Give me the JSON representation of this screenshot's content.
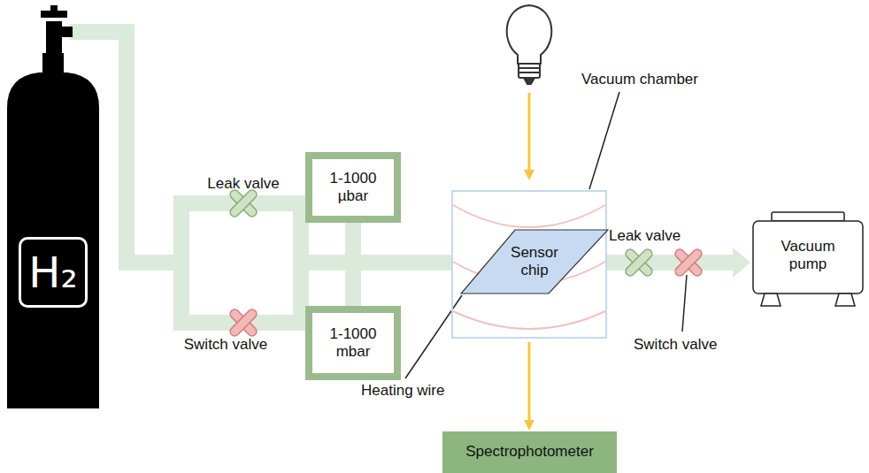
{
  "diagram": {
    "nodes": [
      {
        "text": [
          "H₂"
        ]
      },
      {
        "text": [
          "1-1000 µbar"
        ]
      },
      {
        "text": [
          "1-1000 mbar"
        ]
      },
      {
        "text": [
          "Vacuum chamber"
        ]
      },
      {
        "text": [
          "Sensor chip"
        ],
        "in": 3
      },
      {
        "text": [
          "Vacuum pump"
        ]
      },
      {
        "text": [
          "Spectrophotometer"
        ]
      }
    ],
    "edges": [
      {
        "from": 0,
        "to": 3,
        "arrow": "none"
      },
      {
        "from": 1,
        "to": 3,
        "arrow": "none"
      },
      {
        "from": 2,
        "to": 3,
        "arrow": "none"
      },
      {
        "from": 3,
        "to": 5,
        "arrow": "to"
      },
      {
        "from": 3,
        "to": 6,
        "arrow": "to"
      }
    ],
    "labels": [
      "Leak valve",
      "Switch valve",
      "Heating wire",
      "Leak valve",
      "Switch valve"
    ]
  }
}
